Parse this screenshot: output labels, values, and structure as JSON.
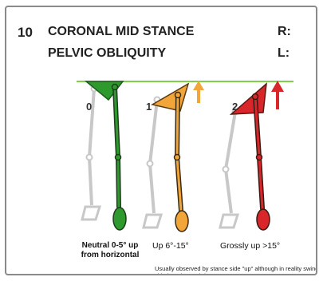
{
  "header": {
    "number": "10",
    "title_line1": "CORONAL MID STANCE",
    "title_line2": "PELVIC OBLIQUITY",
    "right_label": "R:",
    "left_label": "L:"
  },
  "grades": [
    {
      "label": "0",
      "caption": "Neutral 0-5° up from horizontal",
      "color": "#2e9a2e"
    },
    {
      "label": "1",
      "caption": "Up 6°-15°",
      "color": "#f2a63a"
    },
    {
      "label": "2",
      "caption": "Grossly up >15°",
      "color": "#d8262b"
    }
  ],
  "note": "Usually observed by stance side \"up\" although in reality swing side has dropped down???",
  "colors": {
    "horizontal_line": "#7fcf48",
    "swing_leg": "#c8c8c8",
    "stance_leg_outline": "#3a2a12",
    "arrow_1": "#f2a63a",
    "arrow_2": "#d8262b"
  }
}
